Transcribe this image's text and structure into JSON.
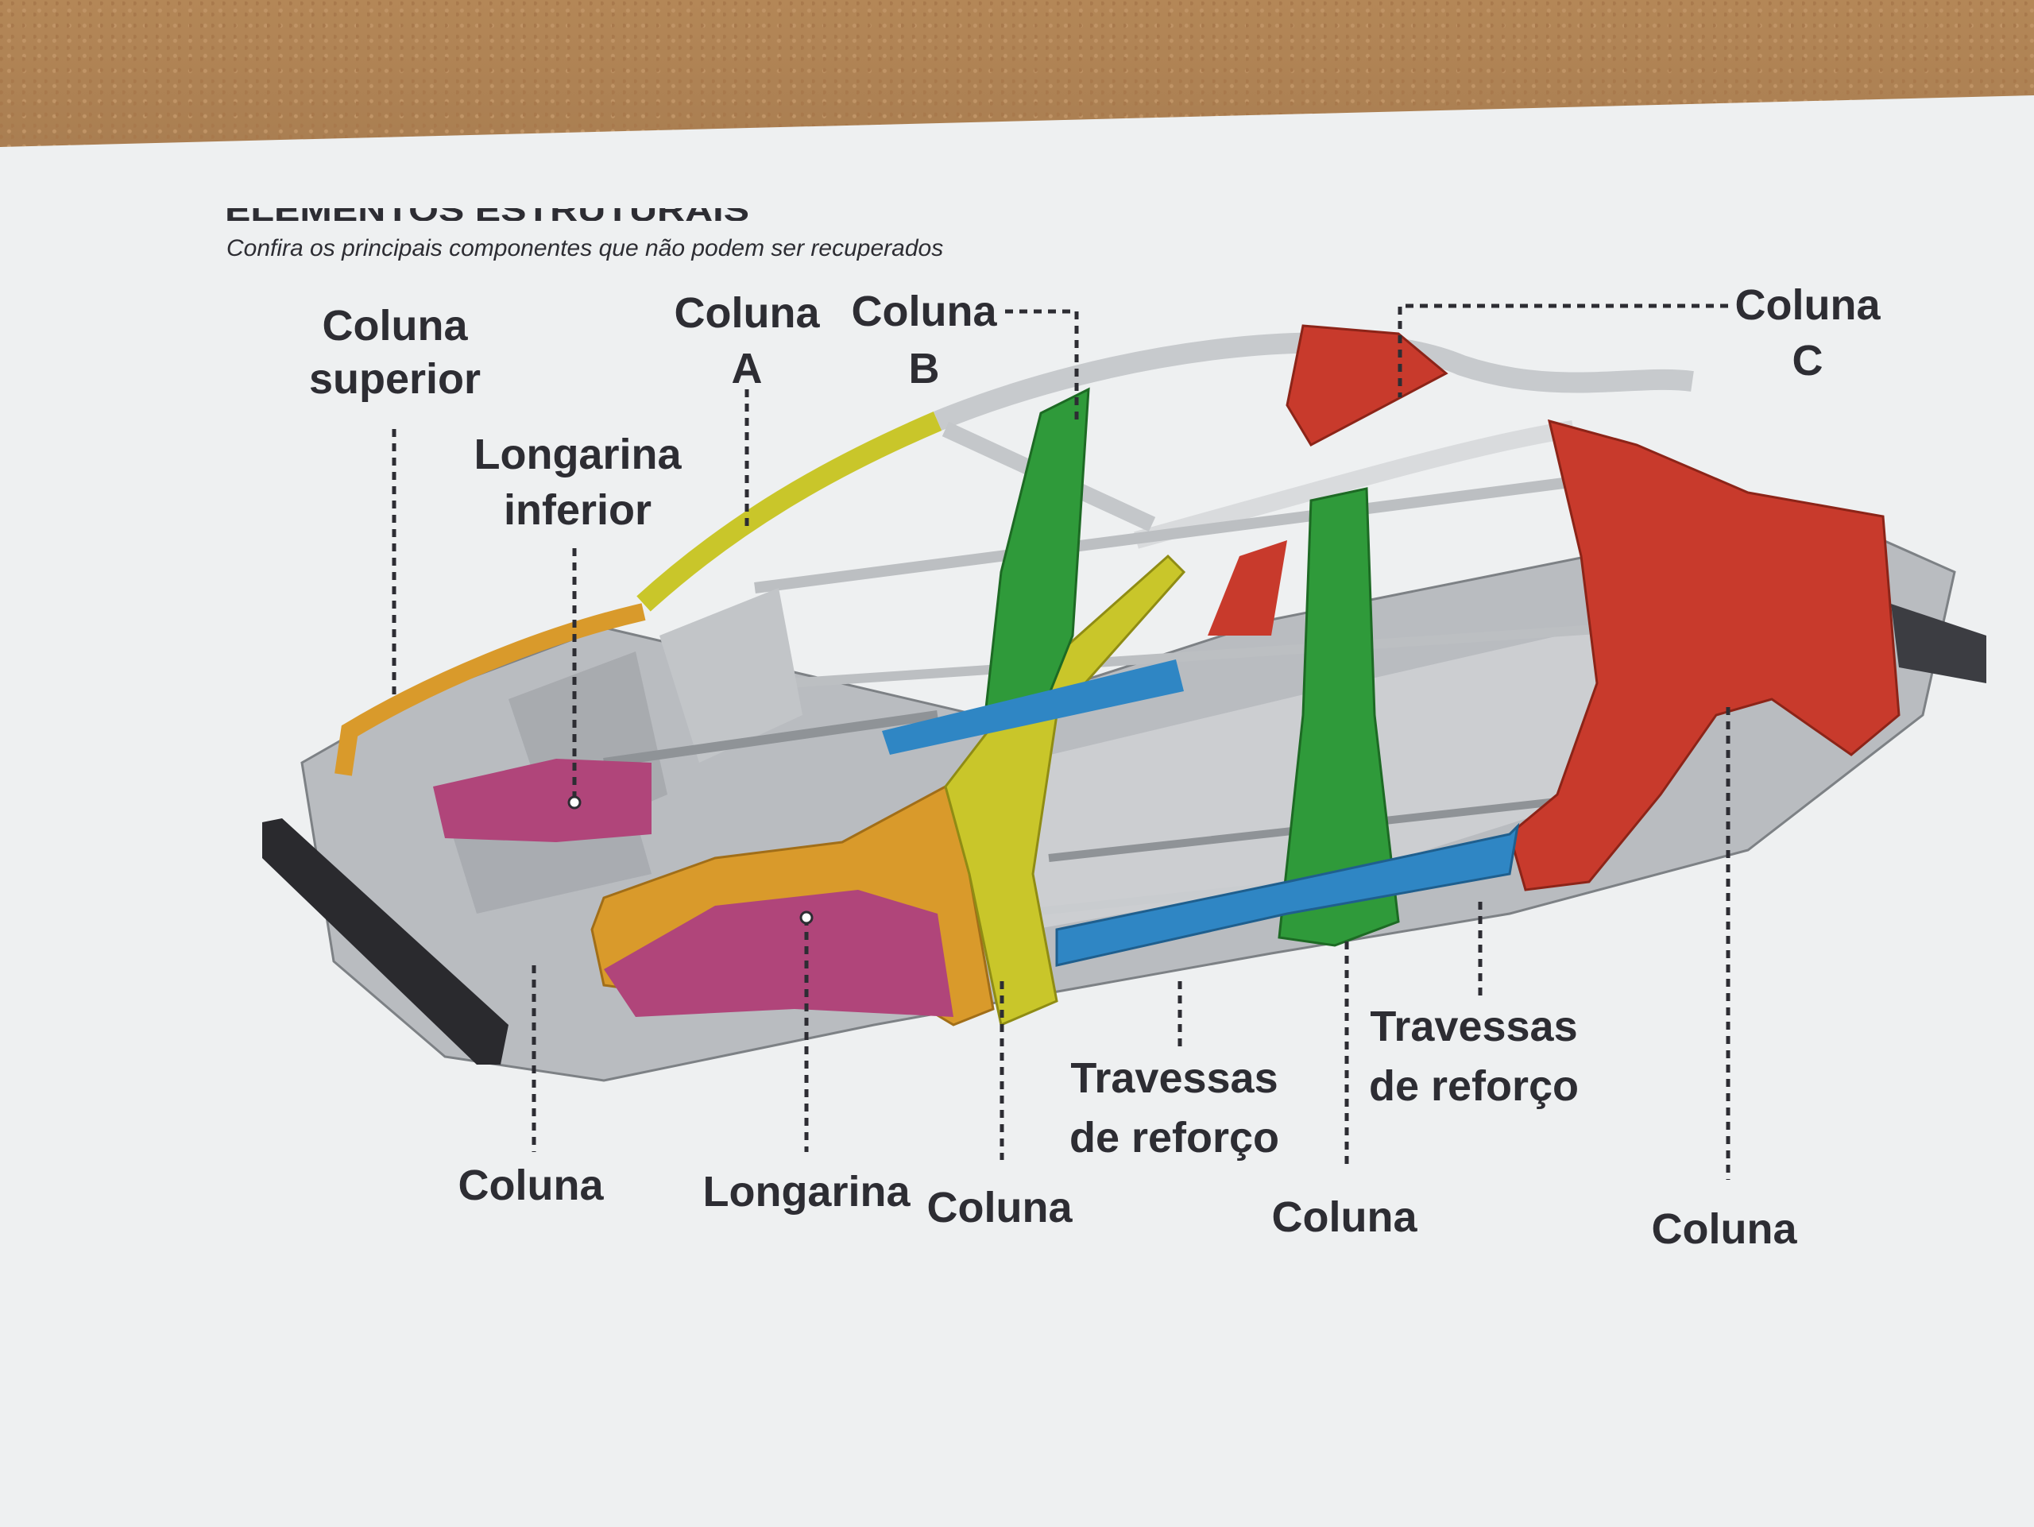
{
  "header": {
    "title": "ELEMENTOS ESTRUTURAIS",
    "subtitle": "Confira os principais componentes que não podem ser recuperados"
  },
  "labels": {
    "coluna_superior": [
      "Coluna",
      "superior"
    ],
    "longarina_inferior": [
      "Longarina",
      "inferior"
    ],
    "coluna_a": [
      "Coluna",
      "A"
    ],
    "coluna_b": [
      "Coluna",
      "B"
    ],
    "coluna_c": [
      "Coluna",
      "C"
    ],
    "travessas_1": [
      "Travessas",
      "de reforço"
    ],
    "travessas_2": [
      "Travessas",
      "de reforço"
    ],
    "bottom_coluna_1": "Coluna",
    "bottom_longarina": "Longarina",
    "bottom_coluna_2": "Coluna",
    "bottom_coluna_3": "Coluna",
    "bottom_coluna_4": "Coluna"
  },
  "colors": {
    "superior": "#d99a2b",
    "coluna_a": "#c9c62a",
    "coluna_b": "#2f9a3a",
    "coluna_c": "#c83a2c",
    "longarina": "#b0457a",
    "travessas": "#2f86c4",
    "body": "#b9bcc0",
    "bumper": "#2a2a2e"
  }
}
